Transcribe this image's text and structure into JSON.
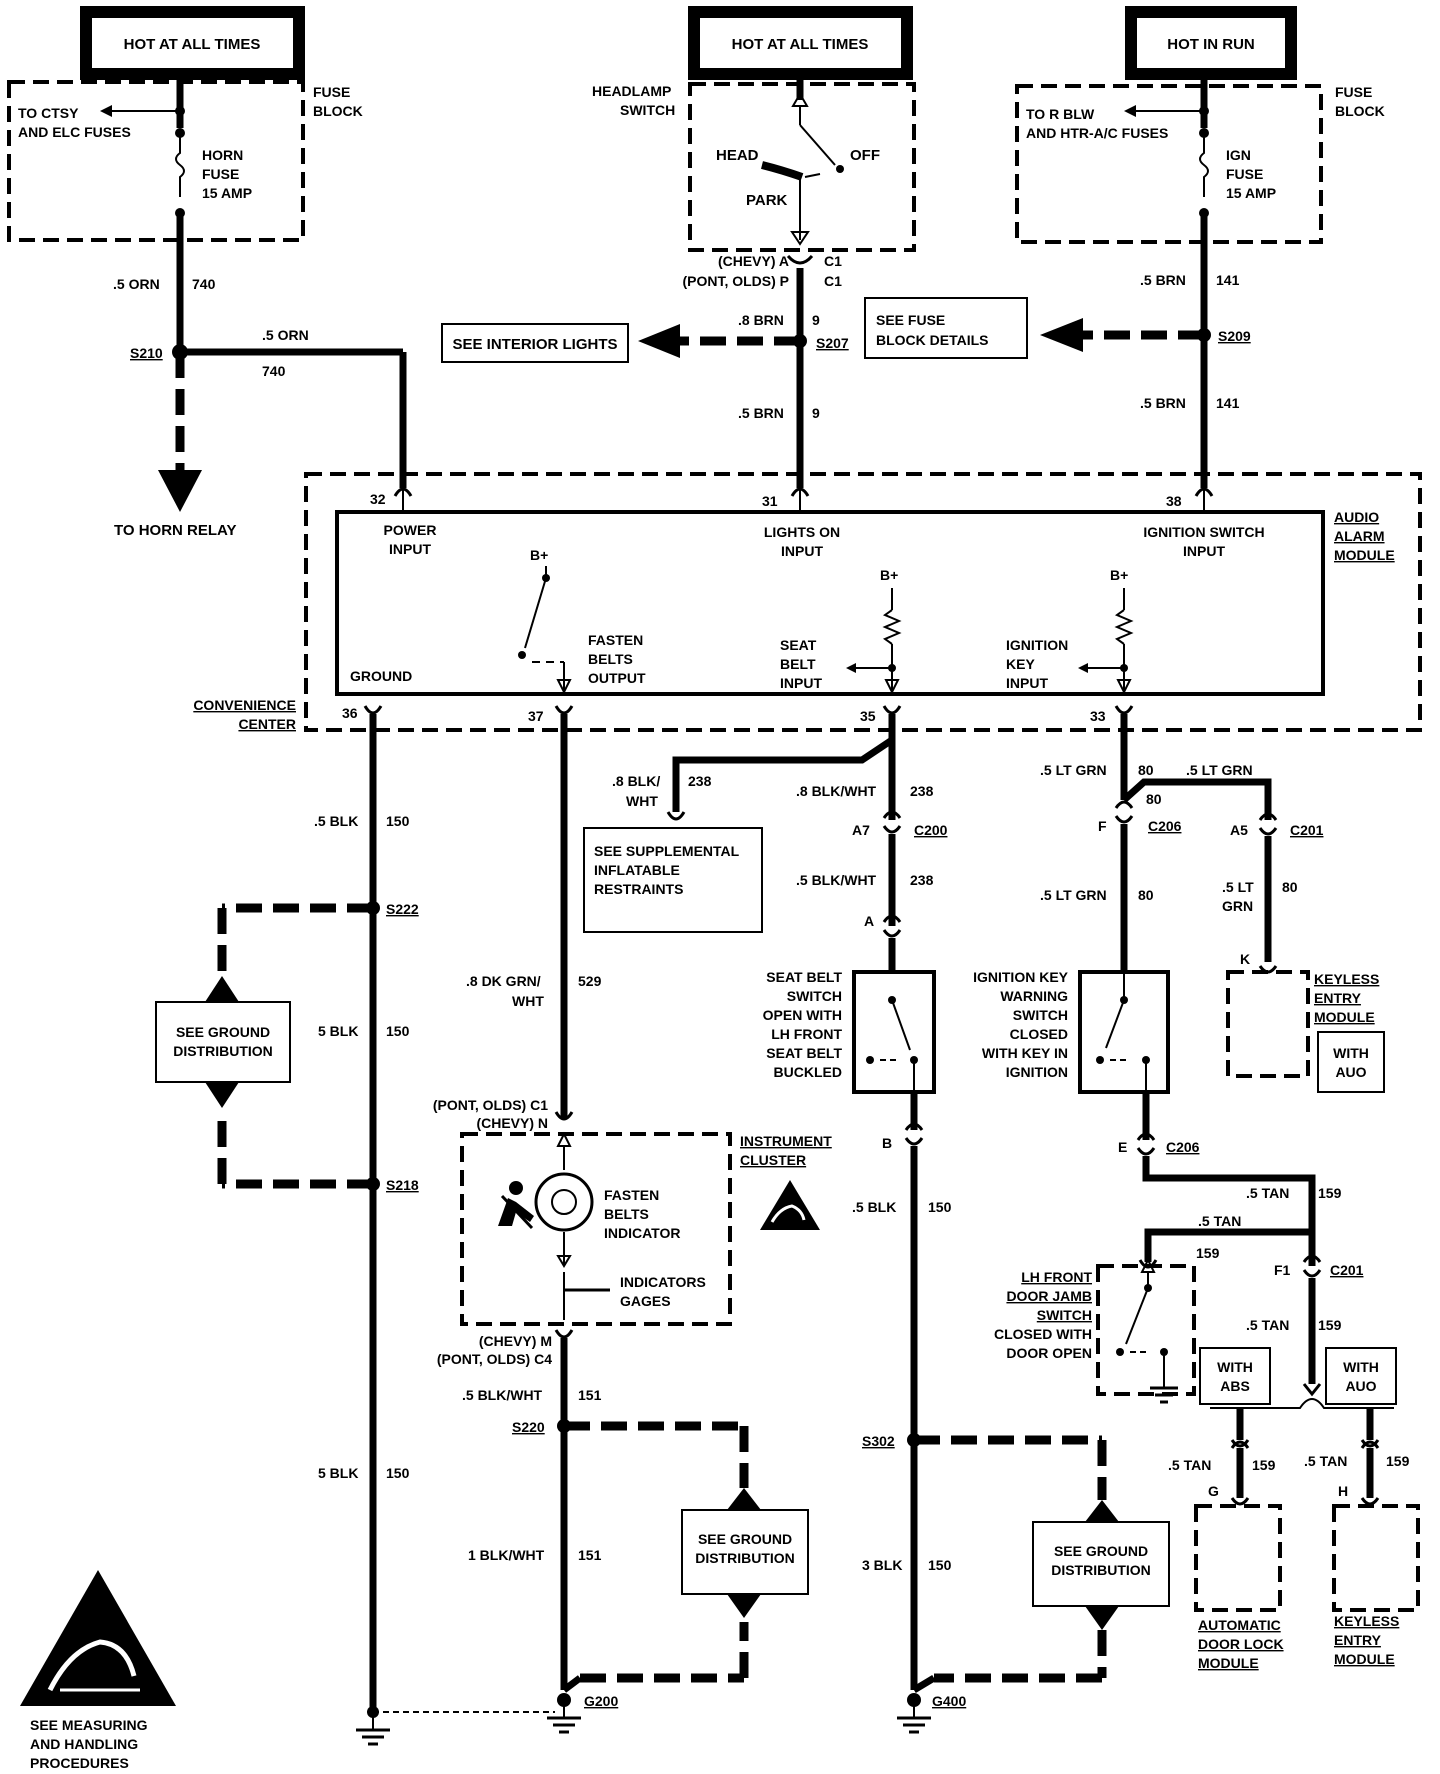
{
  "power": {
    "hot_always_1": "HOT AT ALL TIMES",
    "hot_always_2": "HOT AT ALL TIMES",
    "hot_in_run": "HOT IN RUN"
  },
  "fuse_left": {
    "block_l1": "FUSE",
    "block_l2": "BLOCK",
    "to_l1": "TO CTSY",
    "to_l2": "AND ELC FUSES",
    "fuse_l1": "HORN",
    "fuse_l2": "FUSE",
    "fuse_l3": "15 AMP"
  },
  "fuse_right": {
    "block_l1": "FUSE",
    "block_l2": "BLOCK",
    "to_l1": "TO R BLW",
    "to_l2": "AND HTR-A/C FUSES",
    "fuse_l1": "IGN",
    "fuse_l2": "FUSE",
    "fuse_l3": "15 AMP"
  },
  "headlamp": {
    "label_l1": "HEADLAMP",
    "label_l2": "SWITCH",
    "head": "HEAD",
    "off": "OFF",
    "park": "PARK",
    "chevy": "(CHEVY)  A",
    "pont": "(PONT, OLDS)  P",
    "c1a": "C1",
    "c1b": "C1"
  },
  "wires": {
    "orn_5": ".5 ORN",
    "c740": "740",
    "orn_5b": ".5 ORN",
    "c740b": "740",
    "brn_8": ".8 BRN",
    "c9": "9",
    "brn_5": ".5 BRN",
    "c9b": "9",
    "brn_141a": ".5 BRN",
    "c141a": "141",
    "brn_141b": ".5 BRN",
    "c141b": "141",
    "blk_150a": ".5 BLK",
    "c150a": "150",
    "blk_150b": "5 BLK",
    "c150b": "150",
    "blk_150c": "5 BLK",
    "c150c": "150",
    "blkwht_238a_l1": ".8 BLK/",
    "blkwht_238a_l2": "WHT",
    "c238a": "238",
    "blkwht_238b": ".8 BLK/WHT",
    "c238b": "238",
    "blkwht_238c": ".5 BLK/WHT",
    "c238c": "238",
    "ltgrn_80a": ".5 LT GRN",
    "c80a": "80",
    "ltgrn_80b": ".5 LT GRN",
    "c80b": "80",
    "ltgrn_80c": ".5 LT GRN",
    "c80c": "80",
    "ltgrn_80d_l1": ".5 LT",
    "ltgrn_80d_l2": "GRN",
    "c80d": "80",
    "dkgrn_l1": ".8 DK GRN/",
    "dkgrn_l2": "WHT",
    "c529": "529",
    "blkwht_151a": ".5 BLK/WHT",
    "c151a": "151",
    "blkwht_151b": "1 BLK/WHT",
    "c151b": "151",
    "blk_150d": ".5 BLK",
    "c150d": "150",
    "blk_150e": "3 BLK",
    "c150e": "150",
    "tan_159a": ".5 TAN",
    "c159a": "159",
    "tan_159b": ".5 TAN",
    "c159b": "159",
    "tan_159c": ".5 TAN",
    "c159c": "159",
    "tan_159d": ".5 TAN",
    "c159d": "159",
    "tan_159e": ".5 TAN",
    "c159e": "159"
  },
  "splices": {
    "s210": "S210",
    "s207": "S207",
    "s209": "S209",
    "s222": "S222",
    "s218": "S218",
    "s220": "S220",
    "s302": "S302"
  },
  "refs": {
    "interior": "SEE INTERIOR LIGHTS",
    "fuse_l1": "SEE FUSE",
    "fuse_l2": "BLOCK DETAILS",
    "horn_relay": "TO HORN RELAY",
    "sir_l1": "SEE SUPPLEMENTAL",
    "sir_l2": "INFLATABLE",
    "sir_l3": "RESTRAINTS",
    "gnd1_l1": "SEE GROUND",
    "gnd1_l2": "DISTRIBUTION",
    "gnd2_l1": "SEE GROUND",
    "gnd2_l2": "DISTRIBUTION",
    "gnd3_l1": "SEE GROUND",
    "gnd3_l2": "DISTRIBUTION",
    "esd_l1": "SEE MEASURING",
    "esd_l2": "AND HANDLING",
    "esd_l3": "PROCEDURES"
  },
  "module": {
    "label_l1": "AUDIO",
    "label_l2": "ALARM",
    "label_l3": "MODULE",
    "cc_l1": "CONVENIENCE",
    "cc_l2": "CENTER",
    "power_l1": "POWER",
    "power_l2": "INPUT",
    "lights_l1": "LIGHTS ON",
    "lights_l2": "INPUT",
    "ign_l1": "IGNITION SWITCH",
    "ign_l2": "INPUT",
    "ground": "GROUND",
    "fasten_l1": "FASTEN",
    "fasten_l2": "BELTS",
    "fasten_l3": "OUTPUT",
    "seat_l1": "SEAT",
    "seat_l2": "BELT",
    "seat_l3": "INPUT",
    "key_l1": "IGNITION",
    "key_l2": "KEY",
    "key_l3": "INPUT",
    "bplus1": "B+",
    "bplus2": "B+",
    "bplus3": "B+",
    "p32": "32",
    "p31": "31",
    "p38": "38",
    "p36": "36",
    "p37": "37",
    "p35": "35",
    "p33": "33"
  },
  "connectors": {
    "a7": "A7",
    "c200": "C200",
    "a": "A",
    "b": "B",
    "f": "F",
    "c206a": "C206",
    "e": "E",
    "c206b": "C206",
    "a5": "A5",
    "c201a": "C201",
    "k": "K",
    "f1": "F1",
    "c201b": "C201",
    "g": "G",
    "h": "H"
  },
  "switches": {
    "seat_l1": "SEAT BELT",
    "seat_l2": "SWITCH",
    "seat_l3": "OPEN WITH",
    "seat_l4": "LH FRONT",
    "seat_l5": "SEAT BELT",
    "seat_l6": "BUCKLED",
    "ikw_l1": "IGNITION KEY",
    "ikw_l2": "WARNING",
    "ikw_l3": "SWITCH",
    "ikw_l4": "CLOSED",
    "ikw_l5": "WITH KEY IN",
    "ikw_l6": "IGNITION",
    "door_l1": "LH FRONT",
    "door_l2": "DOOR JAMB",
    "door_l3": "SWITCH",
    "door_l4": "CLOSED WITH",
    "door_l5": "DOOR OPEN"
  },
  "cluster": {
    "c1_pont": "(PONT, OLDS)  C1",
    "c1_chevy": "(CHEVY)  N",
    "label_l1": "INSTRUMENT",
    "label_l2": "CLUSTER",
    "fasten_l1": "FASTEN",
    "fasten_l2": "BELTS",
    "fasten_l3": "INDICATOR",
    "ind_l1": "INDICATORS",
    "ind_l2": "GAGES",
    "c4_chevy": "(CHEVY)  M",
    "c4_pont": "(PONT, OLDS)  C4"
  },
  "modules_right": {
    "keyless1_l1": "KEYLESS",
    "keyless1_l2": "ENTRY",
    "keyless1_l3": "MODULE",
    "with_auo1_l1": "WITH",
    "with_auo1_l2": "AUO",
    "with_abs_l1": "WITH",
    "with_abs_l2": "ABS",
    "with_auo2_l1": "WITH",
    "with_auo2_l2": "AUO",
    "adl_l1": "AUTOMATIC",
    "adl_l2": "DOOR LOCK",
    "adl_l3": "MODULE",
    "keyless2_l1": "KEYLESS",
    "keyless2_l2": "ENTRY",
    "keyless2_l3": "MODULE"
  },
  "grounds": {
    "g200": "G200",
    "g400": "G400"
  }
}
